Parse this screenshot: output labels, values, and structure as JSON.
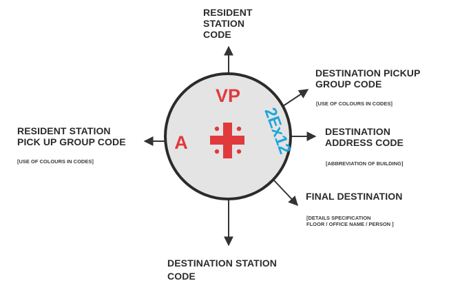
{
  "colors": {
    "circle_fill": "#e4e4e4",
    "circle_stroke": "#2b2b2b",
    "red_accent": "#e03a3e",
    "blue_accent": "#1ea6dc",
    "arrow": "#333333",
    "text": "#2b2b2b"
  },
  "center": {
    "top_code": "VP",
    "left_code": "A",
    "right_code": "2Ex12",
    "cross_icon": "cross-with-dots"
  },
  "labels": {
    "resident_station_code": "RESIDENT\nSTATION\nCODE",
    "destination_pickup_group_code": "DESTINATION PICKUP\nGROUP CODE",
    "destination_pickup_note": "[USE OF COLOURS IN CODES]",
    "destination_address_code": "DESTINATION\nADDRESS CODE",
    "destination_address_note": "[ABBREVIATION OF BUILDING]",
    "final_destination": "FINAL DESTINATION",
    "final_destination_note": "[DETAILS SPECIFICATION\nFLOOR / OFFICE NAME / PERSON ]",
    "resident_station_pickup_group_code": "RESIDENT STATION\nPICK UP GROUP CODE",
    "resident_station_pickup_note": "[USE OF COLOURS IN CODES]",
    "destination_station_code": "DESTINATION STATION\nCODE"
  }
}
